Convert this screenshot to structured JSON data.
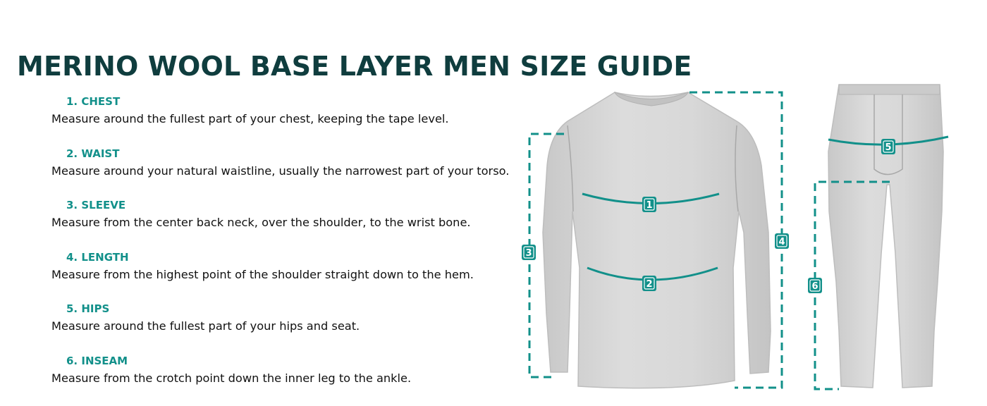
{
  "title": "MERINO WOOL BASE LAYER MEN SIZE GUIDE",
  "items": [
    {
      "number": "1.",
      "name": "CHEST",
      "heading": "1. CHEST",
      "description": "Measure around the fullest part of your chest, keeping the tape level."
    },
    {
      "number": "2.",
      "name": "WAIST",
      "heading": "2. WAIST",
      "description": "Measure around your natural waistline, usually the narrowest part of your torso."
    },
    {
      "number": "3.",
      "name": "SLEEVE",
      "heading": "3. SLEEVE",
      "description": "Measure from the center back neck, over the shoulder, to the wrist bone."
    },
    {
      "number": "4.",
      "name": "LENGTH",
      "heading": "4. LENGTH",
      "description": "Measure from the highest point of the shoulder straight down to the hem."
    },
    {
      "number": "5.",
      "name": "HIPS",
      "heading": "5. HIPS",
      "description": "Measure around the fullest part of your hips and seat."
    },
    {
      "number": "6.",
      "name": "INSEAM",
      "heading": "6. INSEAM",
      "description": "Measure from the crotch point down the inner leg to the ankle."
    }
  ],
  "markers": {
    "chest": "1",
    "waist": "2",
    "sleeve": "3",
    "length": "4",
    "hips": "5",
    "inseam": "6"
  },
  "colors": {
    "title": "#0f3d3e",
    "accent": "#12908a",
    "body_text": "#111111",
    "garment": "#d5d5d5"
  }
}
